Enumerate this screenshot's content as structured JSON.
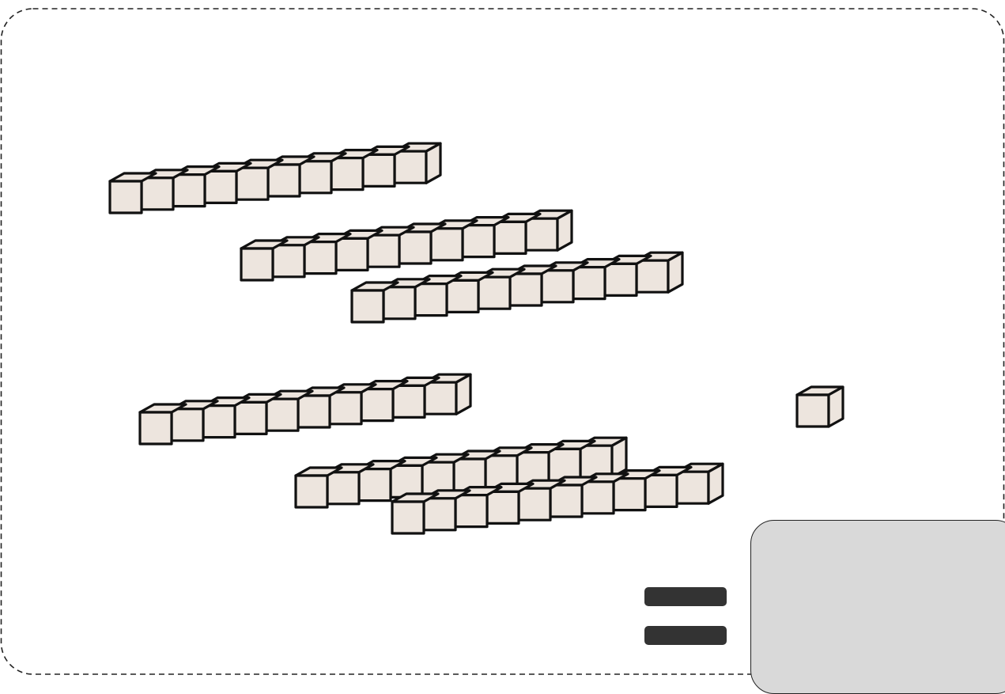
{
  "workspace": {
    "border_style": "dashed"
  },
  "blocks": {
    "tens_rods": 6,
    "units_per_rod": 10,
    "ones_cubes": 1,
    "fill_color": "#ede5de",
    "stroke_color": "#111111"
  },
  "equals_sign": {
    "color": "#333333"
  },
  "answer_box": {
    "value": "",
    "fill_color": "#d9d9d9"
  }
}
